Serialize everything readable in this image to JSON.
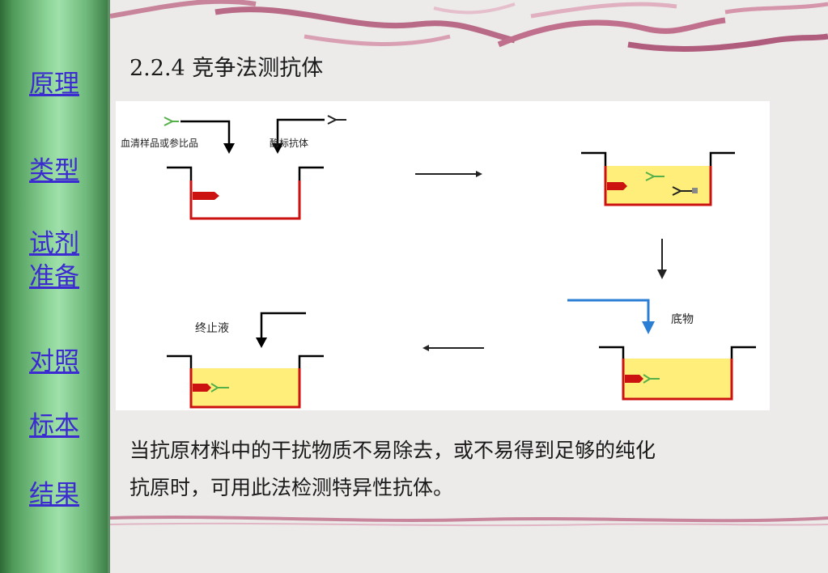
{
  "sidebar": {
    "items": [
      {
        "label": "原理"
      },
      {
        "label": "类型"
      },
      {
        "label": "试剂"
      },
      {
        "label": "准备"
      },
      {
        "label": "对照"
      },
      {
        "label": "标本"
      },
      {
        "label": "结果"
      }
    ]
  },
  "page": {
    "title": "2.2.4 竞争法测抗体"
  },
  "diagram": {
    "labels": {
      "sample": "血清样品或参比品",
      "enzyme_antibody": "酶标抗体",
      "substrate": "底物",
      "stop_solution": "终止液"
    }
  },
  "description": {
    "lines": [
      "当抗原材料中的干扰物质不易除去，或不易得到足够的纯化",
      "抗原时，可用此法检测特异性抗体。"
    ]
  },
  "colors": {
    "link": "#3b2bd0",
    "well_border": "#cc1111",
    "well_fill": "#ffef7a",
    "substrate_arrow": "#2a7fd4",
    "antibody": "#55b04a"
  }
}
